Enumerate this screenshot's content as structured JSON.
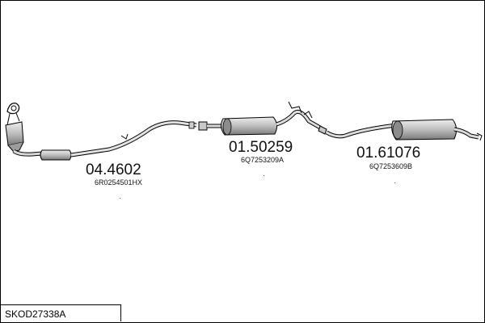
{
  "diagram": {
    "reference": "SKOD27338A",
    "parts": [
      {
        "part_number": "04.4602",
        "oe_number": "6R0254501HX"
      },
      {
        "part_number": "01.50259",
        "oe_number": "6Q7253209A"
      },
      {
        "part_number": "01.61076",
        "oe_number": "6Q7253609B"
      }
    ]
  },
  "colors": {
    "line": "#000000",
    "fill": "#bdbdbd",
    "background": "#ffffff"
  }
}
